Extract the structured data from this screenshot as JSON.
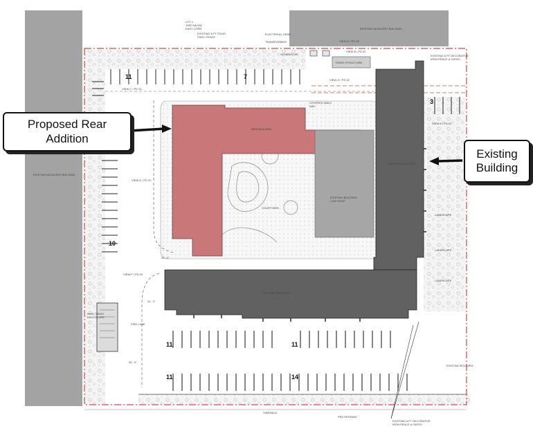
{
  "callouts": {
    "proposed": "Proposed Rear\nAddition",
    "existing": "Existing\nBuilding"
  },
  "labels": {
    "lot_top": "LOT 1\n1950 SALVIA\nEAST CORR",
    "adjacent_top_right": "EXISTING ADJACENT BUILDING",
    "adjacent_left": "EXISTING ADJACENT BUILDING",
    "fence_top": "EXISTING 6 FT SOLID\nVINYL FENCE",
    "electrical_gear": "ELECTRICAL GEAR",
    "transformer": "TRANSFORMER",
    "generator": "GENERATOR",
    "trash_structure": "TRASH STRUCTURE",
    "view_d": "VIEW D / PD 02",
    "view_b": "VIEW B / PD 02",
    "view_g": "VIEW G / PD 02",
    "view_c": "VIEW C / PD 02",
    "view_e": "VIEW E / PD 02",
    "view_a": "VIEW A / PD 02",
    "view_f": "VIEW F / PD 02",
    "fence_right_top": "EXISTING 6 FT DECORATIVE\nIRON FENCE & GATES",
    "new_building": "NEW BUILDING",
    "covered_walkway": "COVERED WALK\nWAY",
    "existing_building_right": "EXISTING BUILDING",
    "existing_low_roof": "EXISTING BUILDING\nLOW ROOF",
    "courtyard": "COURTYARD",
    "existing_building_bottom": "EXISTING BUILDING",
    "landscape_1": "LANDSCAPE",
    "landscape_2": "LANDSCAPE",
    "landscape_3": "LANDSCAPE",
    "trash_enclosure": "NEW TRASH\nENCLOSURE",
    "fire_lane": "FIRE LANE",
    "sidewalk": "SIDEWALK",
    "fence_bottom": "EXISTING 6 FT DECORATIVE\nIRON FENCE & GATES",
    "ped_path": "PED PATHWAY",
    "existing_bollard": "EXISTING BOLLARD",
    "dist_20": "20 - 0\"",
    "dist_24": "24 - 0\"",
    "dist_26": "26 - 0\""
  },
  "stall_counts": {
    "top_left": "11",
    "top_mid": "7",
    "right_top": "3",
    "left_mid": "10",
    "bottom_row1_left": "11",
    "bottom_row1_mid": "11",
    "bottom_row2_left": "11",
    "bottom_row2_mid": "14"
  },
  "colors": {
    "new_building": "#c87878",
    "existing_building": "#616161",
    "low_roof": "#a6a6a6",
    "property_line": "#e04040",
    "adjacent": "#a0a0a0"
  }
}
